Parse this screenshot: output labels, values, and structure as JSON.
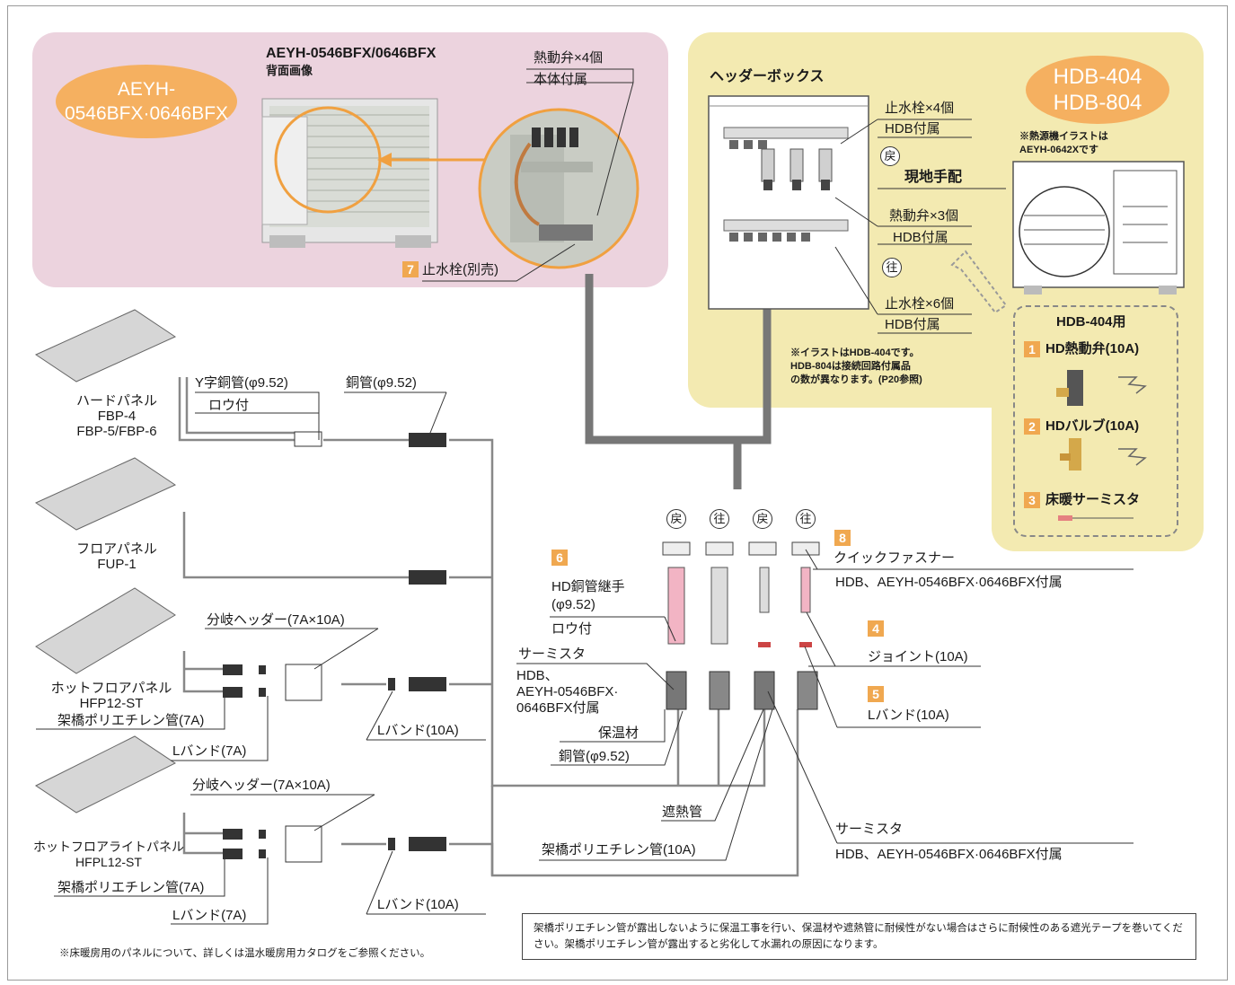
{
  "model_badge_left": "AEYH-\n0546BFX·0646BFX",
  "model_badge_right": "HDB-404\nHDB-804",
  "unit_title": "AEYH-0546BFX/0646BFX",
  "unit_subtitle": "背面画像",
  "thermo_valve4": "熱動弁×4個",
  "body_included": "本体付属",
  "stop_valve_sold": "止水栓(別売)",
  "num7": "7",
  "header_box_title": "ヘッダーボックス",
  "stop4": "止水栓×4個",
  "hdb_included_1": "HDB付属",
  "ret_mark": "戻",
  "local_arrange": "現地手配",
  "thermo3": "熱動弁×3個",
  "hdb_included_2": "HDB付属",
  "go_mark": "往",
  "stop6": "止水栓×6個",
  "hdb_included_3": "HDB付属",
  "illust_note": "※イラストはHDB-404です。\nHDB-804は接続回路付属品\nの数が異なります。(P20参照)",
  "heat_source_note": "※熱源機イラストは\nAEYH-0642Xです",
  "hdb404_for": "HDB-404用",
  "acc1_num": "1",
  "acc1": "HD熱動弁(10A)",
  "acc2_num": "2",
  "acc2": "HDバルブ(10A)",
  "acc3_num": "3",
  "acc3": "床暖サーミスタ",
  "panel1": "ハードパネル\nFBP-4\nFBP-5/FBP-6",
  "panel2": "フロアパネル\nFUP-1",
  "panel3": "ホットフロアパネル\nHFP12-ST",
  "panel4": "ホットフロアライトパネル\nHFPL12-ST",
  "y_copper": "Y字銅管(φ9.52)",
  "brazed1": "ロウ付",
  "copper1": "銅管(φ9.52)",
  "branch_header1": "分岐ヘッダー(7A×10A)",
  "branch_header2": "分岐ヘッダー(7A×10A)",
  "xlpe7a_1": "架橋ポリエチレン管(7A)",
  "xlpe7a_2": "架橋ポリエチレン管(7A)",
  "lband7a_1": "Lバンド(7A)",
  "lband7a_2": "Lバンド(7A)",
  "lband10a_1": "Lバンド(10A)",
  "lband10a_2": "Lバンド(10A)",
  "num6": "6",
  "hd_joint": "HD銅管継手\n(φ9.52)",
  "brazed2": "ロウ付",
  "thermistor1": "サーミスタ",
  "hdb_aeyh": "HDB、\nAEYH-0546BFX·\n0646BFX付属",
  "insulation": "保温材",
  "copper2": "銅管(φ9.52)",
  "heat_shield": "遮熱管",
  "xlpe10a": "架橋ポリエチレン管(10A)",
  "top_marks": [
    "戻",
    "往",
    "戻",
    "往"
  ],
  "num8": "8",
  "quick_fastener": "クイックファスナー",
  "qf_included": "HDB、AEYH-0546BFX·0646BFX付属",
  "num4": "4",
  "joint10a": "ジョイント(10A)",
  "num5": "5",
  "lband10a_3": "Lバンド(10A)",
  "thermistor2": "サーミスタ",
  "thermistor2_included": "HDB、AEYH-0546BFX·0646BFX付属",
  "footnote": "※床暖房用のパネルについて、詳しくは温水暖房用カタログをご参照ください。",
  "warning": "架橋ポリエチレン管が露出しないように保温工事を行い、保温材や遮熱管に耐候性がない場合はさらに耐候性のある遮光テープを巻いてください。架橋ポリエチレン管が露出すると劣化して水漏れの原因になります。",
  "colors": {
    "pink_area": "#ecd3de",
    "yellow_area": "#f3eab1",
    "badge": "#f5b060",
    "number_tag": "#f0a850",
    "pipe": "#777777"
  }
}
